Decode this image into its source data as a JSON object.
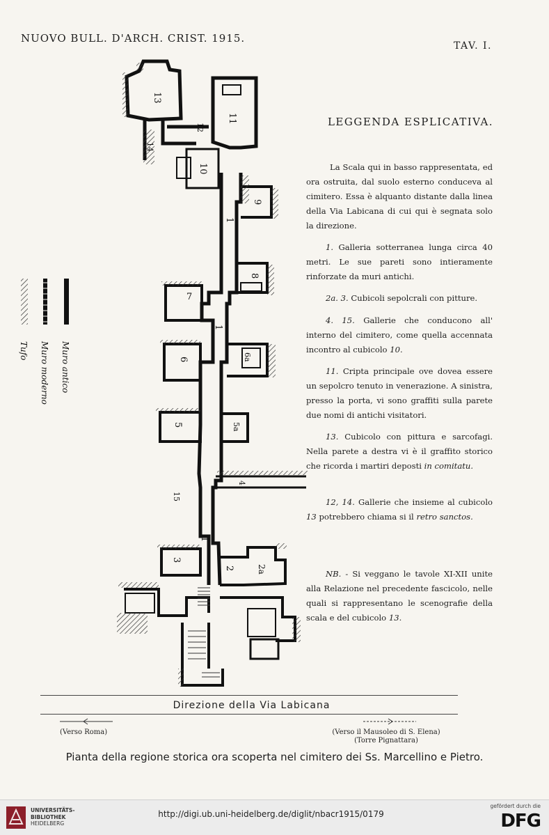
{
  "header": {
    "journal": "NUOVO BULL. D'ARCH. CRIST. 1915.",
    "plate": "TAV. I."
  },
  "key": {
    "items": [
      {
        "label": "Muro antico"
      },
      {
        "label": "Muro moderno"
      },
      {
        "label": "Tufo"
      }
    ]
  },
  "plan": {
    "labels": [
      "13",
      "11",
      "12",
      "14",
      "10",
      "9",
      "1",
      "8",
      "7",
      "1",
      "6",
      "6a",
      "5",
      "5a",
      "4",
      "15",
      "1",
      "3",
      "2",
      "2a"
    ]
  },
  "legend": {
    "title": "LEGGENDA ESPLICATIVA.",
    "p1": "La Scala qui in basso rappresentata, ed ora ostruita, dal suolo esterno conduceva al cimitero. Essa è alquanto distante dalla linea della Via Labicana di cui qui è segnata solo la direzione.",
    "p2_num": "1.",
    "p2": "Galleria sotterranea lunga circa 40 metri. Le sue pareti sono intieramente rinforzate da muri antichi.",
    "p3_num": "2a. 3.",
    "p3": "Cubicoli sepolcrali con pitture.",
    "p4_num": "4. 15.",
    "p4": "Gallerie che conducono all' interno del cimitero, come quella accennata incontro al cubicolo",
    "p4_ref": "10.",
    "p5_num": "11.",
    "p5": "Cripta principale ove dovea essere un sepolcro tenuto in venerazione. A sinistra, presso la porta, vi sono graffiti sulla parete due nomi di antichi visitatori.",
    "p6_num": "13.",
    "p6": "Cubicolo con pittura e sarcofagi. Nella parete a destra vi è il graffito storico che ricorda i martiri deposti",
    "p6_em": "in comitatu.",
    "p7_num": "12, 14.",
    "p7": "Gallerie che insieme al cubicolo",
    "p7_ref": "13",
    "p7b": "potrebbero chiama si il",
    "p7_em": "retro sanctos.",
    "nb_num": "NB.",
    "nb": "- Si veggano le tavole XI-XII unite alla Relazione nel precedente fascicolo, nelle quali si rappresentano le scenografie della scala e del cubicolo",
    "nb_ref": "13."
  },
  "direction": {
    "label": "Direzione della Via Labicana",
    "left": "(Verso Roma)",
    "right1": "(Verso il Mausoleo di S. Elena)",
    "right2": "(Torre Pignattara)"
  },
  "caption": "Pianta della regione storica ora scoperta nel cimitero dei Ss. Marcellino e Pietro.",
  "footer": {
    "library1": "UNIVERSITÄTS-",
    "library2": "BIBLIOTHEK",
    "library3": "HEIDELBERG",
    "url": "http://digi.ub.uni-heidelberg.de/diglit/nbacr1915/0179",
    "funded": "gefördert durch die",
    "dfg": "DFG"
  }
}
